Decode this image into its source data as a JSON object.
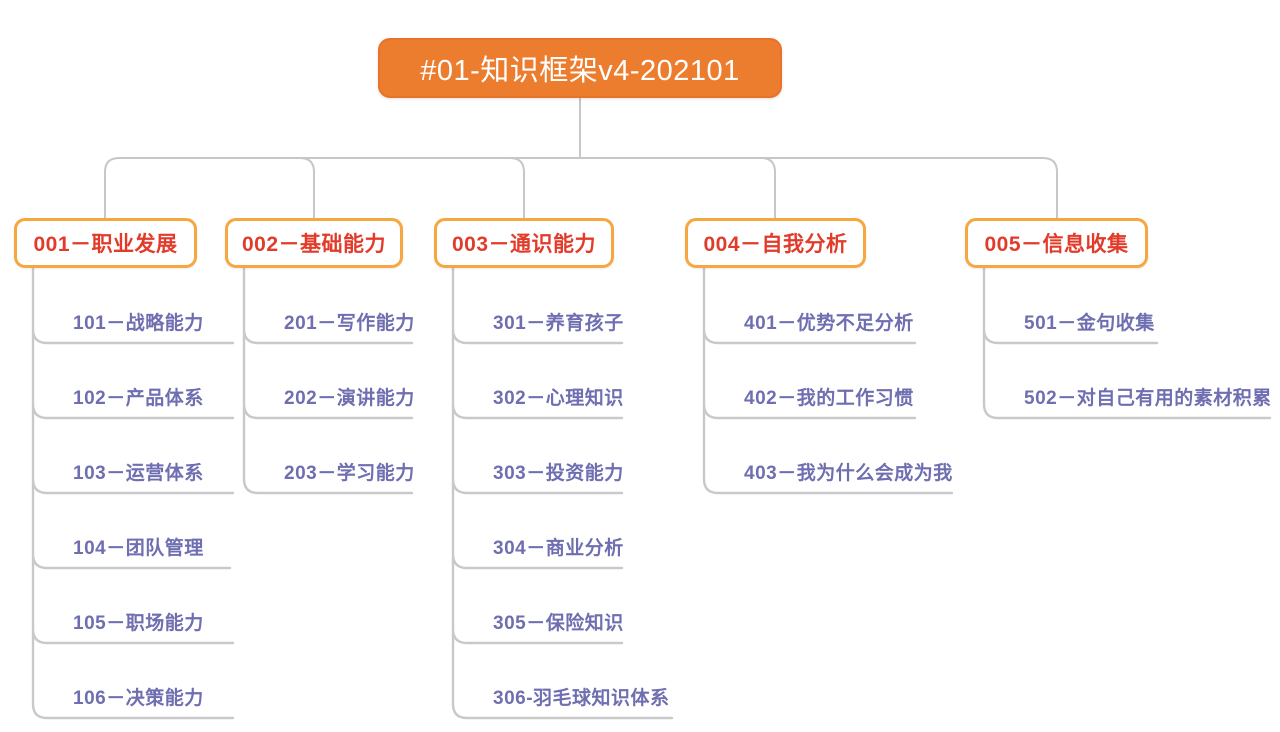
{
  "root": {
    "label": "#01-知识框架v4-202101"
  },
  "branches": [
    {
      "label": "001－职业发展",
      "children": [
        "101－战略能力",
        "102－产品体系",
        "103－运营体系",
        "104－团队管理",
        "105－职场能力",
        "106－决策能力"
      ]
    },
    {
      "label": "002－基础能力",
      "children": [
        "201－写作能力",
        "202－演讲能力",
        "203－学习能力"
      ]
    },
    {
      "label": "003－通识能力",
      "children": [
        "301－养育孩子",
        "302－心理知识",
        "303－投资能力",
        "304－商业分析",
        "305－保险知识",
        "306-羽毛球知识体系"
      ]
    },
    {
      "label": "004－自我分析",
      "children": [
        "401－优势不足分析",
        "402－我的工作习惯",
        "403－我为什么会成为我"
      ]
    },
    {
      "label": "005－信息收集",
      "children": [
        "501－金句收集",
        "502－对自己有用的素材积累"
      ]
    }
  ],
  "colors": {
    "root_fill": "#ED7D2E",
    "root_text": "#FFFFFF",
    "branch_border": "#F6A73F",
    "branch_text": "#E23B2A",
    "child_text": "#6E6EB1",
    "connector": "#C7C7C9",
    "background": "#FFFFFF"
  }
}
